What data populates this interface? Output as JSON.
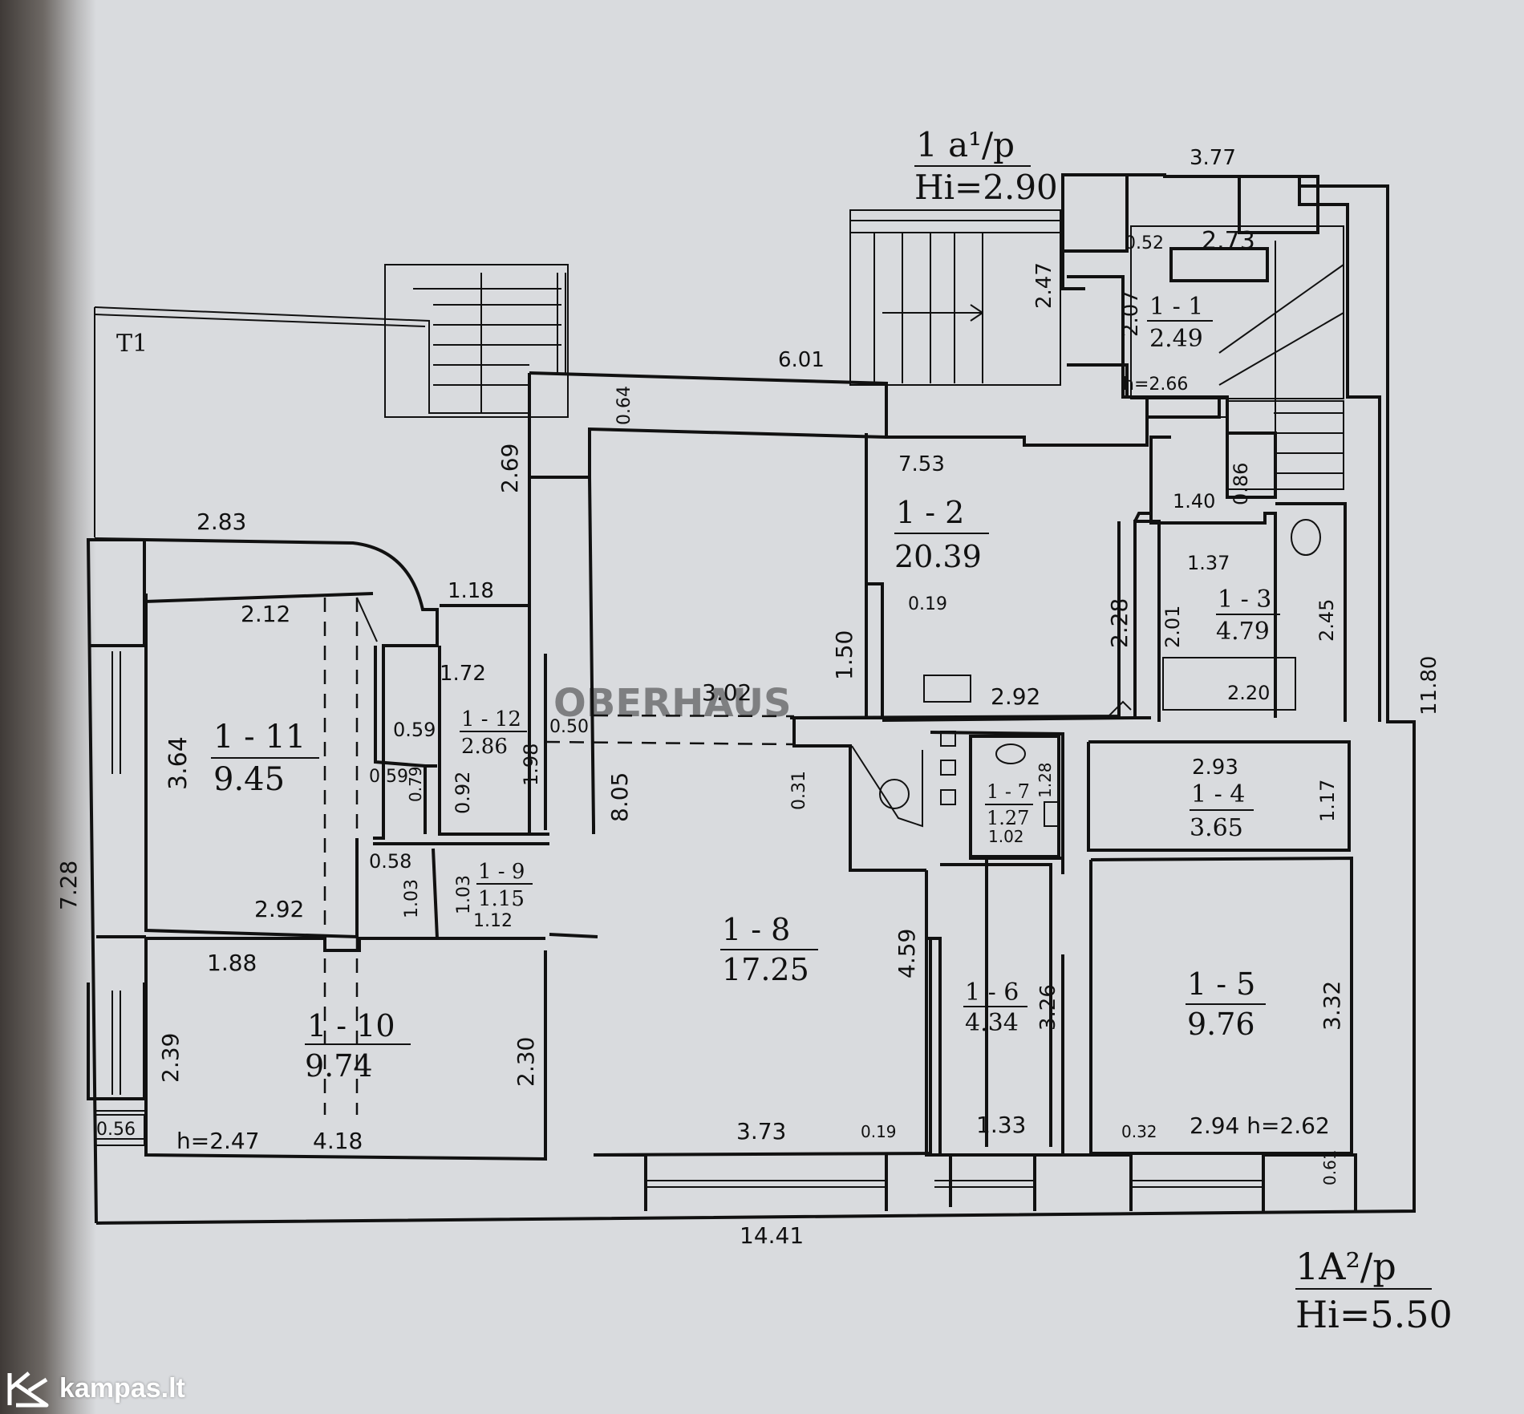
{
  "plan_labels": {
    "block_top": {
      "line1": "1 a¹/p",
      "line2": "Hi=2.90"
    },
    "block_bottom": {
      "line1": "1A²/p",
      "line2": "Hi=5.50"
    },
    "terrace": "T1",
    "watermark": "OBERHAUS"
  },
  "rooms": [
    {
      "id": "1 - 1",
      "area": "2.49"
    },
    {
      "id": "1 - 2",
      "area": "20.39"
    },
    {
      "id": "1 - 3",
      "area": "4.79"
    },
    {
      "id": "1 - 4",
      "area": "3.65"
    },
    {
      "id": "1 - 5",
      "area": "9.76"
    },
    {
      "id": "1 - 6",
      "area": "4.34"
    },
    {
      "id": "1 - 7",
      "area": "1.27"
    },
    {
      "id": "1 - 8",
      "area": "17.25"
    },
    {
      "id": "1 - 9",
      "area": "1.15"
    },
    {
      "id": "1 - 10",
      "area": "9.74"
    },
    {
      "id": "1 - 11",
      "area": "9.45"
    },
    {
      "id": "1 - 12",
      "area": "2.86"
    }
  ],
  "dimensions": [
    "3.77",
    "0.52",
    "2.73",
    "2.47",
    "2.07",
    "h=2.66",
    "6.01",
    "0.64",
    "7.53",
    "0.86",
    "1.40",
    "2.69",
    "2.83",
    "1.18",
    "2.12",
    "1.72",
    "1.37",
    "2.28",
    "2.01",
    "2.45",
    "1.50",
    "0.19",
    "3.02",
    "2.92",
    "2.20",
    "11.80",
    "0.59",
    "0.50",
    "3.64",
    "1.98",
    "0.59",
    "0.79",
    "0.92",
    "8.05",
    "0.31",
    "1.28",
    "2.93",
    "1.17",
    "1.02",
    "0.58",
    "1.03",
    "1.03",
    "1.12",
    "2.92",
    "7.28",
    "1.88",
    "4.59",
    "3.26",
    "3.32",
    "2.39",
    "2.30",
    "0.56",
    "h=2.47",
    "4.18",
    "3.73",
    "0.19",
    "1.33",
    "0.32",
    "2.94 h=2.62",
    "0.61",
    "14.41"
  ],
  "brand": {
    "name": "kampas.lt"
  }
}
